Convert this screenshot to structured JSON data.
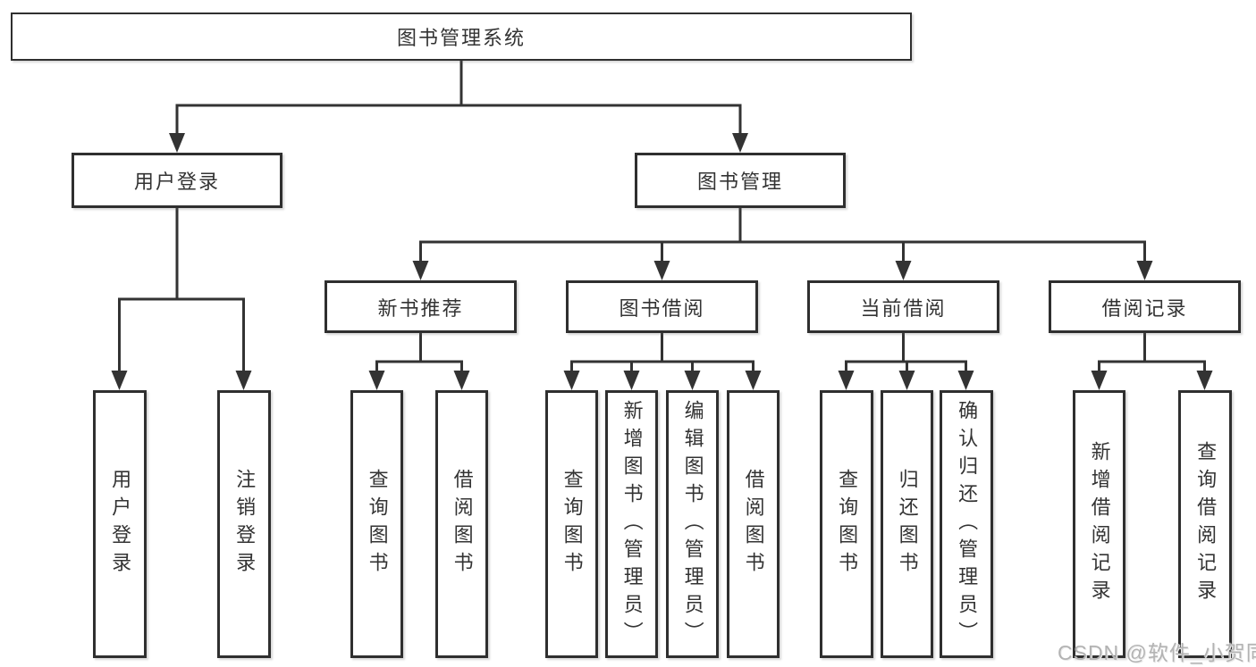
{
  "diagram": {
    "title": "图书管理系统",
    "type": "functional-module-tree",
    "colors": {
      "line": "#333333",
      "border": "#2f2f2f",
      "text": "#333333",
      "background": "#ffffff",
      "watermark": "#b3b3b3"
    },
    "nodes": {
      "root": {
        "label": "图书管理系统"
      },
      "level2": [
        {
          "label": "用户登录",
          "parent": "图书管理系统"
        },
        {
          "label": "图书管理",
          "parent": "图书管理系统"
        }
      ],
      "level3": [
        {
          "label": "新书推荐",
          "parent": "图书管理"
        },
        {
          "label": "图书借阅",
          "parent": "图书管理"
        },
        {
          "label": "当前借阅",
          "parent": "图书管理"
        },
        {
          "label": "借阅记录",
          "parent": "图书管理"
        }
      ],
      "leaves": [
        {
          "label": "用户登录",
          "parent": "用户登录"
        },
        {
          "label": "注销登录",
          "parent": "用户登录"
        },
        {
          "label": "查询图书",
          "parent": "新书推荐"
        },
        {
          "label": "借阅图书",
          "parent": "新书推荐"
        },
        {
          "label": "查询图书",
          "parent": "图书借阅"
        },
        {
          "label": "新增图书（管理员）",
          "parent": "图书借阅"
        },
        {
          "label": "编辑图书（管理员）",
          "parent": "图书借阅"
        },
        {
          "label": "借阅图书",
          "parent": "图书借阅"
        },
        {
          "label": "查询图书",
          "parent": "当前借阅"
        },
        {
          "label": "归还图书",
          "parent": "当前借阅"
        },
        {
          "label": "确认归还（管理员）",
          "parent": "当前借阅"
        },
        {
          "label": "新增借阅记录",
          "parent": "借阅记录"
        },
        {
          "label": "查询借阅记录",
          "parent": "借阅记录"
        }
      ]
    }
  },
  "watermark": "CSDN @软件_小贺同学"
}
